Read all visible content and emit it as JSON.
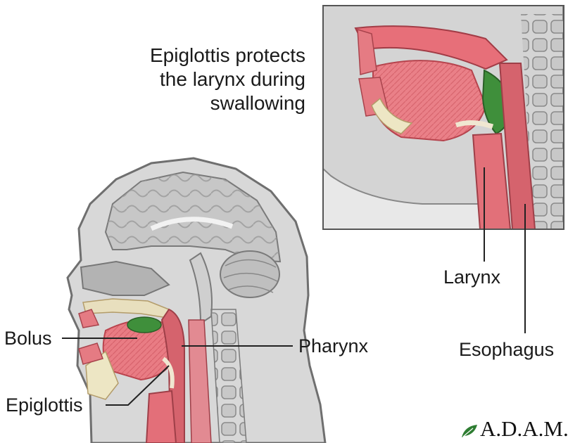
{
  "title_lines": [
    "Epiglottis protects",
    "the larynx during",
    "swallowing"
  ],
  "labels": {
    "bolus": "Bolus",
    "epiglottis": "Epiglottis",
    "pharynx": "Pharynx",
    "larynx": "Larynx",
    "esophagus": "Esophagus"
  },
  "logo": "A.D.A.M.",
  "colors": {
    "skin": "#d9d9d9",
    "tissue": "#e97c84",
    "muscle": "#e2737b",
    "bolus": "#3f8f3b",
    "bone": "#ede6c4",
    "logo_leaf": "#2e7d32"
  },
  "icons": [
    "leaf-icon"
  ]
}
